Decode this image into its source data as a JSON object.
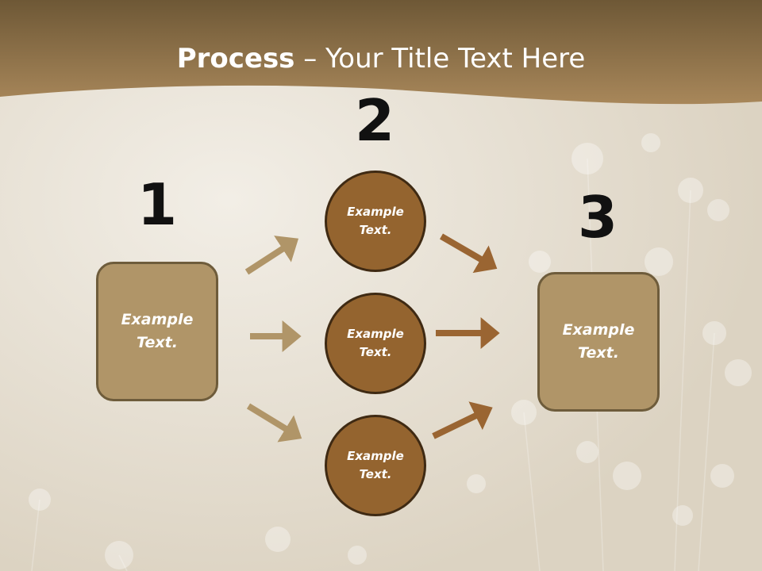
{
  "slide": {
    "title_bold": "Process",
    "title_rest": " – Your Title Text Here"
  },
  "steps": {
    "step1": {
      "number": "1",
      "label": "Example Text."
    },
    "step2": {
      "number": "2"
    },
    "step3": {
      "number": "3",
      "label": "Example Text."
    }
  },
  "circles": [
    {
      "label": "Example Text."
    },
    {
      "label": "Example Text."
    },
    {
      "label": "Example Text."
    }
  ],
  "colors": {
    "header": "#8a6a35",
    "box_fill": "#b09568",
    "circle_fill": "#94642f",
    "arrow_light": "#b09568",
    "arrow_dark": "#9a6532"
  }
}
